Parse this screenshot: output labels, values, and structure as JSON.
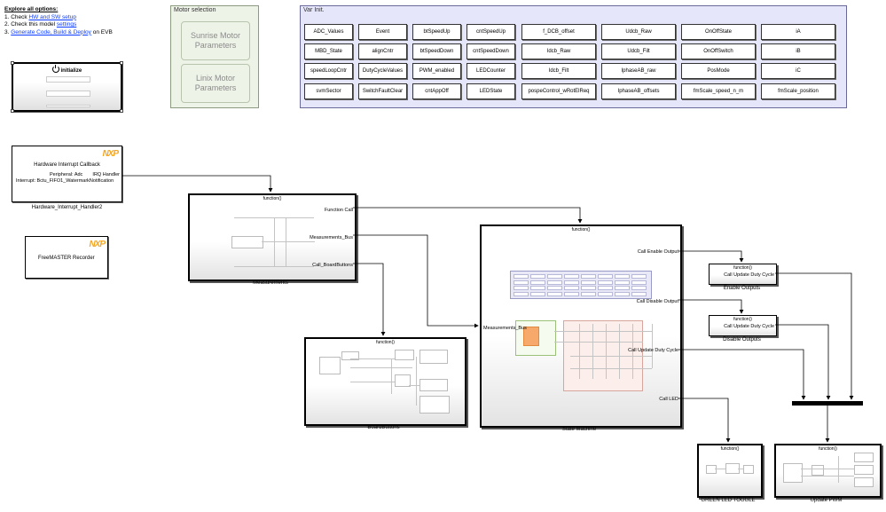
{
  "options": {
    "heading": "Explore all options:",
    "line1_prefix": "1. Check ",
    "line1_link": "HW and SW setup",
    "line2_prefix": "2. Check this model ",
    "line2_link": "settings",
    "line3_prefix": "3. ",
    "line3_link": "Generate Code, Build & Deploy",
    "line3_suffix": " on EVB"
  },
  "initialize": {
    "label": "initialize"
  },
  "motor_selection": {
    "title": "Motor selection",
    "buttons": [
      "Sunrise Motor Parameters",
      "Linix Motor Parameters"
    ]
  },
  "var_init": {
    "title": "Var Init.",
    "vars": [
      [
        "ADC_Values",
        "Event",
        "btSpeedUp",
        "cntSpeedUp",
        "f_DCB_offset",
        "Udcb_Raw",
        "OnOffState",
        "iA"
      ],
      [
        "MBD_State",
        "alignCntr",
        "btSpeedDown",
        "cntSpeedDown",
        "Idcb_Raw",
        "Udcb_Filt",
        "OnOffSwitch",
        "iB"
      ],
      [
        "speedLoopCntr",
        "DutyCycleValues",
        "PWM_enabled",
        "LEDCounter",
        "Idcb_Filt",
        "IphaseAB_raw",
        "PosMode",
        "iC"
      ],
      [
        "svmSector",
        "SwitchFaultClear",
        "cntAppOff",
        "LEDState",
        "pospeControl_wRotElReq",
        "IphaseAB_offsets",
        "fmScale_speed_n_m",
        "fmScale_position"
      ]
    ]
  },
  "hw_interrupt": {
    "title": "Hardware Interrupt Callback",
    "peripheral": "Peripheral: Adc",
    "irq": "IRQ Handler",
    "interrupt": "Interrupt: Bctu_FIFO1_WatermarkNotification",
    "name": "Hardware_Interrupt_Handler2",
    "logo": "NXP"
  },
  "freemaster": {
    "title": "FreeMASTER Recorder",
    "logo": "NXP"
  },
  "function_label": "function()",
  "measurements": {
    "name": "Measurements",
    "ports": [
      "Function Call",
      "Measurements_Bus",
      "Call_BoardButtons"
    ]
  },
  "boardbuttons": {
    "name": "BoardButtons"
  },
  "state_machine": {
    "name": "State Machine",
    "in_port": "Measurements_Bus",
    "ports": [
      "Call Enable Output",
      "Call Disable Output",
      "Call Update Duty Cycle",
      "Call LED"
    ]
  },
  "enable_outputs": {
    "name": "Enable Outputs",
    "port": "Call Update Duty Cycle"
  },
  "disable_outputs": {
    "name": "Disable Outputs",
    "port": "Call Update Duty Cycle"
  },
  "green_led": {
    "name": "GREEN LED TOGGLE"
  },
  "update_pwm": {
    "name": "Update PWM"
  },
  "colors": {
    "link": "#0b3cff",
    "var_panel": "#e6e6fa",
    "motor_panel": "#eef3e8",
    "nxp_orange": "#f5a623",
    "nxp_blue": "#2b6cb0",
    "nxp_green": "#7ab800"
  }
}
